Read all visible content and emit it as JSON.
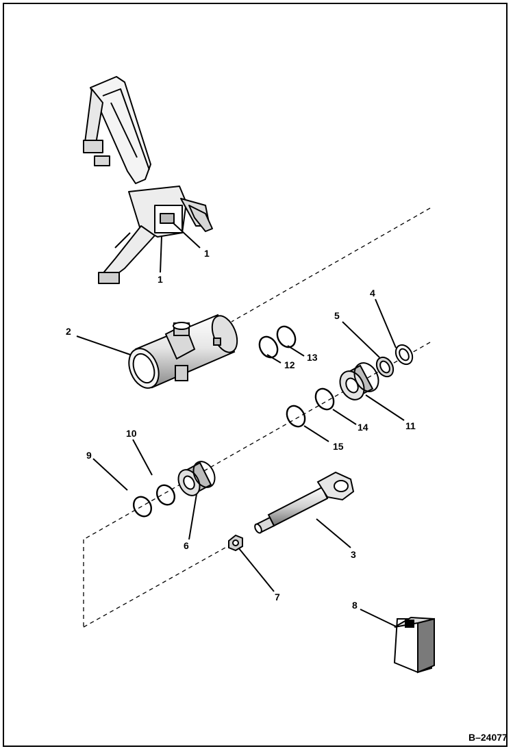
{
  "figure_number": "B–24077",
  "callouts": {
    "c1a": "1",
    "c1b": "1",
    "c2": "2",
    "c3": "3",
    "c4": "4",
    "c5": "5",
    "c6": "6",
    "c7": "7",
    "c8": "8",
    "c9": "9",
    "c10": "10",
    "c11": "11",
    "c12": "12",
    "c13": "13",
    "c14": "14",
    "c15": "15"
  },
  "colors": {
    "ink": "#000000",
    "paper": "#ffffff",
    "shade": "#bdbdbd"
  }
}
